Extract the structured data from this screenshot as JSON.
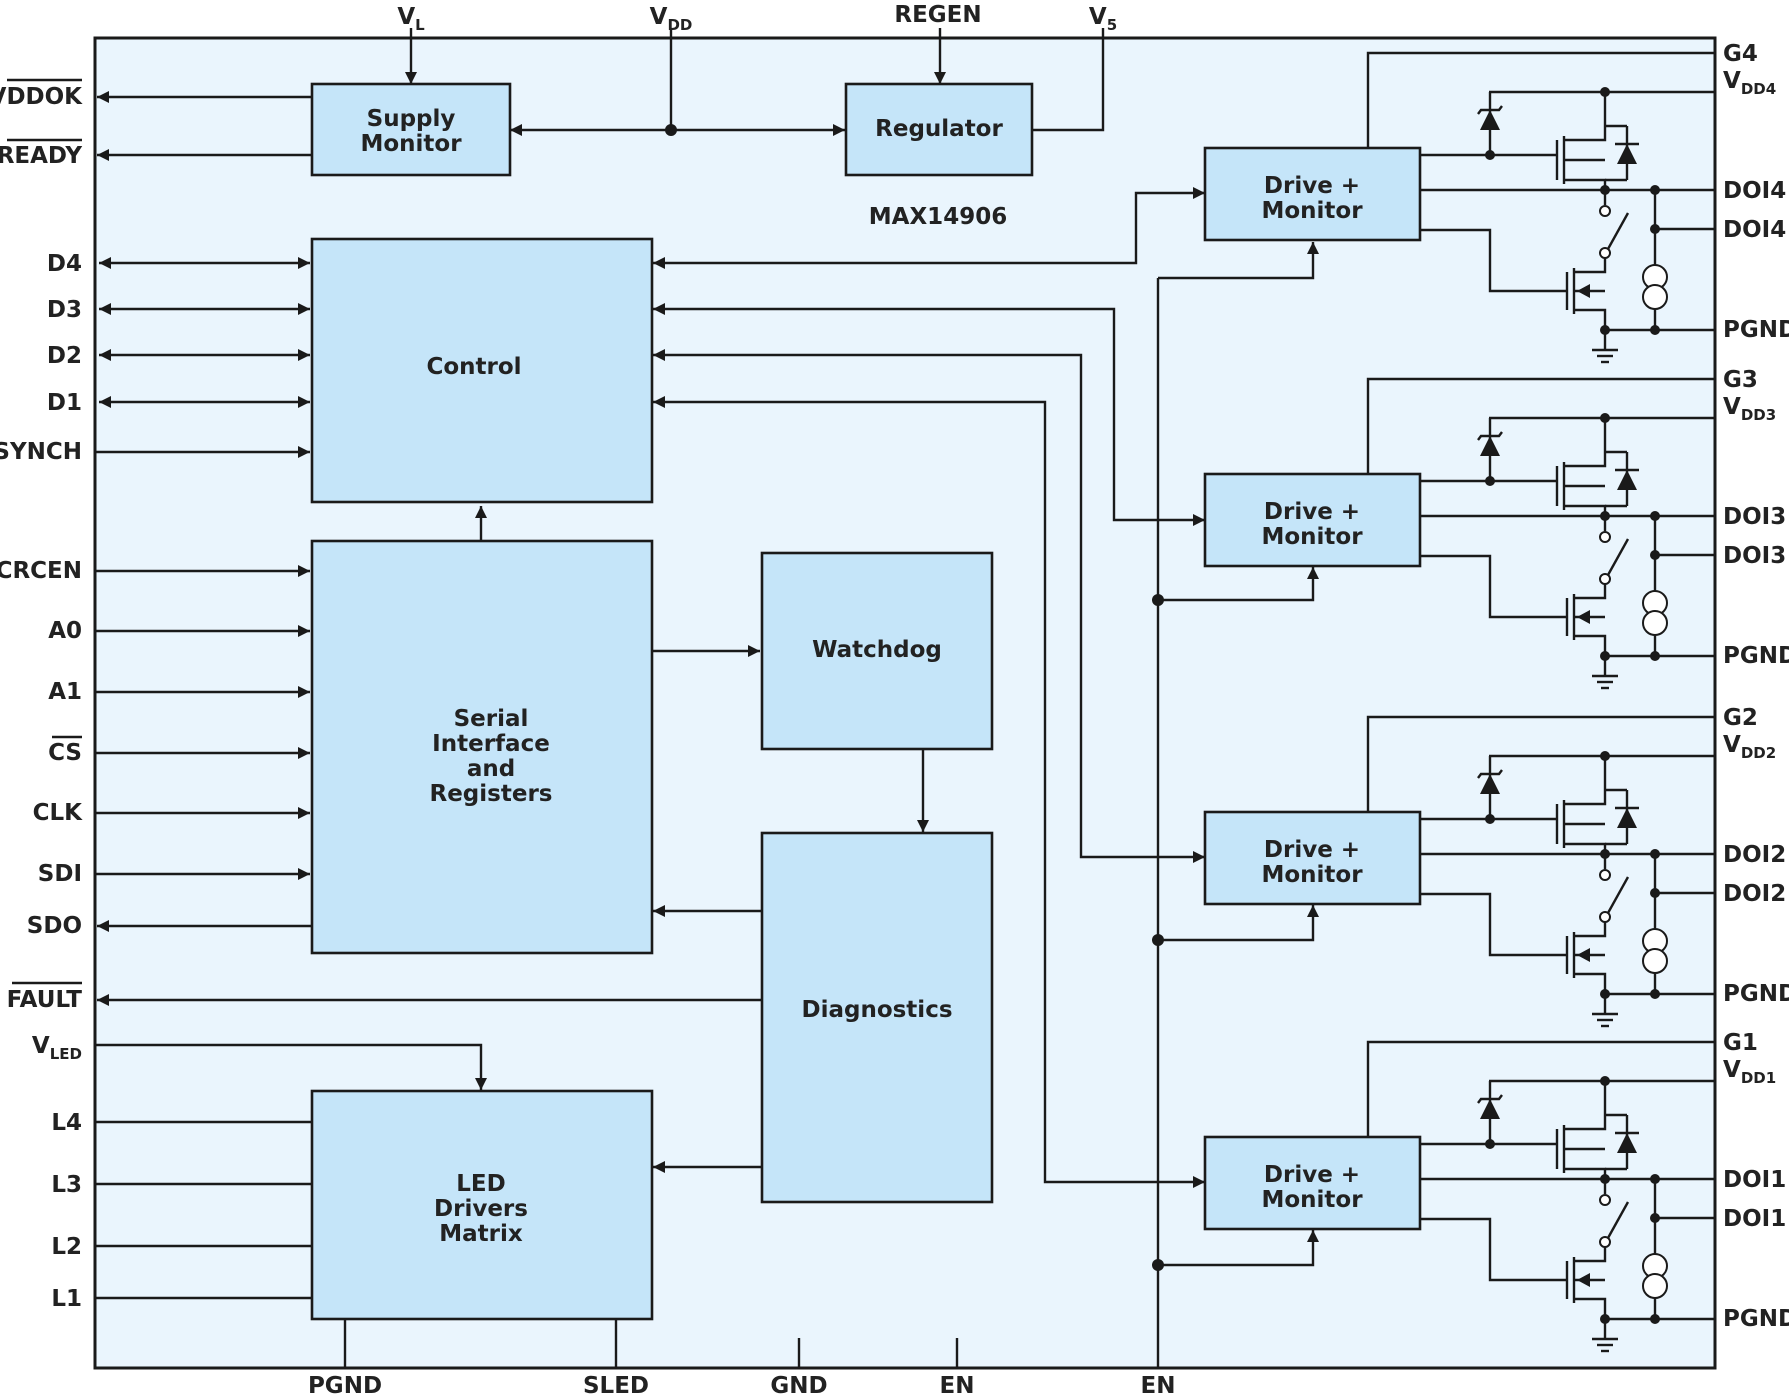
{
  "device": "MAX14906",
  "blocks": {
    "supply": [
      "Supply",
      "Monitor"
    ],
    "regulator": [
      "Regulator"
    ],
    "control": [
      "Control"
    ],
    "serial": [
      "Serial",
      "Interface",
      "and",
      "Registers"
    ],
    "watchdog": [
      "Watchdog"
    ],
    "diagnostics": [
      "Diagnostics"
    ],
    "led": [
      "LED",
      "Drivers",
      "Matrix"
    ],
    "drive": [
      "Drive +",
      "Monitor"
    ]
  },
  "top_pins": {
    "vl": {
      "main": "V",
      "sub": "L"
    },
    "vdd": {
      "main": "V",
      "sub": "DD"
    },
    "regen": "REGEN",
    "v5": {
      "main": "V",
      "sub": "5"
    }
  },
  "left_pins": {
    "vddok": "VDDOK",
    "ready": "READY",
    "d4": "D4",
    "d3": "D3",
    "d2": "D2",
    "d1": "D1",
    "synch": "SYNCH",
    "crcen": "CRCEN",
    "a0": "A0",
    "a1": "A1",
    "cs": "CS",
    "clk": "CLK",
    "sdi": "SDI",
    "sdo": "SDO",
    "fault": "FAULT",
    "vled": {
      "main": "V",
      "sub": "LED"
    },
    "l4": "L4",
    "l3": "L3",
    "l2": "L2",
    "l1": "L1"
  },
  "bottom_pins": {
    "pgnd": "PGND",
    "sled": "SLED",
    "gnd": "GND",
    "en1": "EN",
    "en2": "EN"
  },
  "channels": [
    {
      "g": "G4",
      "vdd_main": "V",
      "vdd_sub": "DD4",
      "doi_a": "DOI4",
      "doi_b": "DOI4",
      "pgnd": "PGND"
    },
    {
      "g": "G3",
      "vdd_main": "V",
      "vdd_sub": "DD3",
      "doi_a": "DOI3",
      "doi_b": "DOI3",
      "pgnd": "PGND"
    },
    {
      "g": "G2",
      "vdd_main": "V",
      "vdd_sub": "DD2",
      "doi_a": "DOI2",
      "doi_b": "DOI2",
      "pgnd": "PGND"
    },
    {
      "g": "G1",
      "vdd_main": "V",
      "vdd_sub": "DD1",
      "doi_a": "DOI1",
      "doi_b": "DOI1",
      "pgnd": "PGND"
    }
  ]
}
